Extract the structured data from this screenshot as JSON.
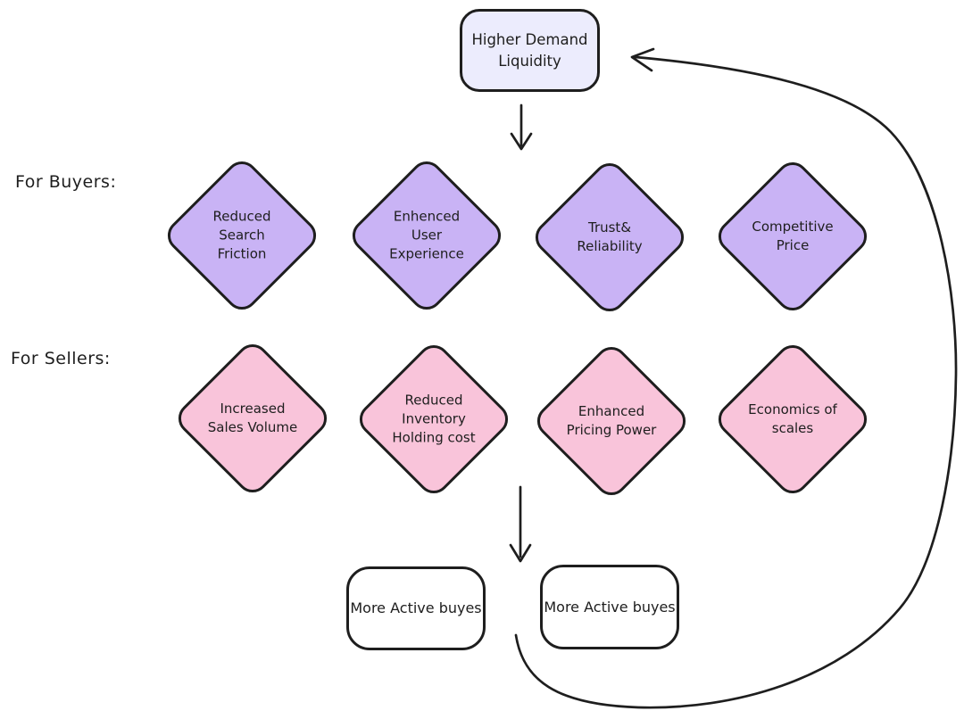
{
  "top_node": {
    "label": "Higher Demand\nLiquidity",
    "color": "#ececfd"
  },
  "rows": [
    {
      "label": "For Buyers:",
      "color": "#c9b3f5",
      "items": [
        "Reduced\nSearch\nFriction",
        "Enhenced\nUser\nExperience",
        "Trust&\nReliability",
        "Competitive\nPrice"
      ]
    },
    {
      "label": "For Sellers:",
      "color": "#f9c4da",
      "items": [
        "Increased\nSales Volume",
        "Reduced\nInventory\nHolding cost",
        "Enhanced\nPricing Power",
        "Economics of\nscales"
      ]
    }
  ],
  "bottom_nodes": [
    {
      "label": "More Active buyes",
      "color": "#ffffff"
    },
    {
      "label": "More Active buyes",
      "color": "#ffffff"
    }
  ],
  "colors": {
    "stroke": "#1e1e1e",
    "background": "#ffffff"
  }
}
